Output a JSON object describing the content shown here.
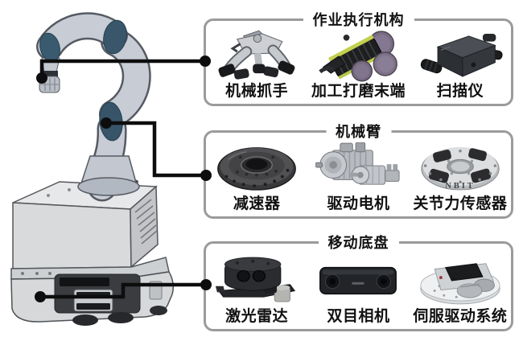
{
  "figure": {
    "type": "robot-component-callout-diagram",
    "background": "#ffffff"
  },
  "colors": {
    "box_border": "#9b9b9b",
    "connector": "#0d0d0d",
    "label_text": "#111111",
    "arm_body": "#c7ccd5",
    "arm_outline": "#565a62",
    "joint_cap": "#37566b",
    "base_body": "#d8dadc",
    "grinder_accent_green": "#c3d04e",
    "grinder_disc_purple": "#7e7288"
  },
  "groups": [
    {
      "id": "execution",
      "title": "作业执行机构",
      "items": [
        {
          "label": "机械抓手",
          "icon": "gripper-photo"
        },
        {
          "label": "加工打磨末端",
          "icon": "grinding-end-photo"
        },
        {
          "label": "扫描仪",
          "icon": "scanner-photo"
        }
      ]
    },
    {
      "id": "arm",
      "title": "机械臂",
      "items": [
        {
          "label": "减速器",
          "icon": "reducer-photo"
        },
        {
          "label": "驱动电机",
          "icon": "motor-photo"
        },
        {
          "label": "关节力传感器",
          "icon": "force-sensor-photo",
          "engraving": "NBIT"
        }
      ]
    },
    {
      "id": "chassis",
      "title": "移动底盘",
      "items": [
        {
          "label": "激光雷达",
          "icon": "lidar-photo"
        },
        {
          "label": "双目相机",
          "icon": "stereo-camera-photo"
        },
        {
          "label": "伺服驱动系统",
          "icon": "servo-drive-photo"
        }
      ]
    }
  ]
}
